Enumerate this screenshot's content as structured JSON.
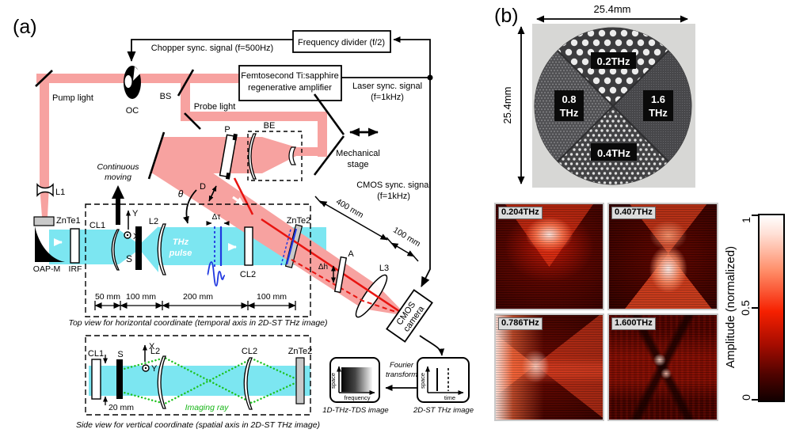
{
  "panel_a": {
    "label": "(a)",
    "boxes": {
      "frequency_divider": "Frequency divider (f/2)",
      "amplifier_line1": "Femtosecond Ti:sapphire",
      "amplifier_line2": "regenerative amplifier"
    },
    "signals": {
      "chopper_sync": "Chopper sync. signal (f=500Hz)",
      "laser_sync_line1": "Laser sync. signal",
      "laser_sync_line2": "(f=1kHz)",
      "cmos_sync_line1": "CMOS sync. signal",
      "cmos_sync_line2": "(f=1kHz)"
    },
    "beams": {
      "pump": "Pump light",
      "probe": "Probe light",
      "thz_line1": "THz",
      "thz_line2": "pulse",
      "imaging_ray": "Imaging ray"
    },
    "components": {
      "oc": "OC",
      "bs": "BS",
      "p": "P",
      "be": "BE",
      "l1": "L1",
      "l2": "L2",
      "l3": "L3",
      "cl1": "CL1",
      "cl2": "CL2",
      "znte1": "ZnTe1",
      "znte2": "ZnTe2",
      "oap": "OAP-M",
      "irf": "IRF",
      "s": "S",
      "a": "A",
      "camera_line1": "CMOS",
      "camera_line2": "camera",
      "stage_line1": "Mechanical",
      "stage_line2": "stage"
    },
    "axes": {
      "x": "X",
      "y": "Y"
    },
    "annotations": {
      "continuous_line1": "Continuous",
      "continuous_line2": "moving",
      "theta": "θ",
      "d": "D",
      "delta_tau": "Δτ",
      "delta_h": "Δh"
    },
    "distances": {
      "d50": "50 mm",
      "d100a": "100 mm",
      "d200": "200 mm",
      "d100b": "100 mm",
      "d400": "400 mm",
      "d100c": "100 mm",
      "d20": "20 mm"
    },
    "captions": {
      "top_view": "Top view for horizontal coordinate (temporal axis in 2D-ST THz image)",
      "side_view": "Side view for vertical coordinate (spatial axis in 2D-ST THz image)"
    },
    "insets": {
      "box1d": {
        "y_axis": "space",
        "x_axis": "frequency",
        "label": "1D-THz-TDS image"
      },
      "box2d": {
        "y_axis": "space",
        "x_axis": "time",
        "label": "2D-ST THz image"
      },
      "fourier_line1": "Fourier",
      "fourier_line2": "transform"
    }
  },
  "panel_b": {
    "label": "(b)",
    "sample": {
      "width_label": "25.4mm",
      "height_label": "25.4mm",
      "sectors": {
        "top": "0.2THz",
        "left_line1": "0.8",
        "left_line2": "THz",
        "right_line1": "1.6",
        "right_line2": "THz",
        "bottom": "0.4THz"
      }
    },
    "images": [
      {
        "label": "0.204THz"
      },
      {
        "label": "0.407THz"
      },
      {
        "label": "0.786THz"
      },
      {
        "label": "1.600THz"
      }
    ],
    "colorbar": {
      "title": "Amplitude (normalized)",
      "tick_top": "1",
      "tick_mid": "0.5",
      "tick_bottom": "0"
    }
  },
  "colors": {
    "beam_pink": "#f7a2a0",
    "beam_cyan": "#7ce6f1",
    "imaging_green": "#1dc21d",
    "pulse_blue": "#2038e0",
    "signal_red": "#e81410",
    "image_red": "#f62000"
  }
}
